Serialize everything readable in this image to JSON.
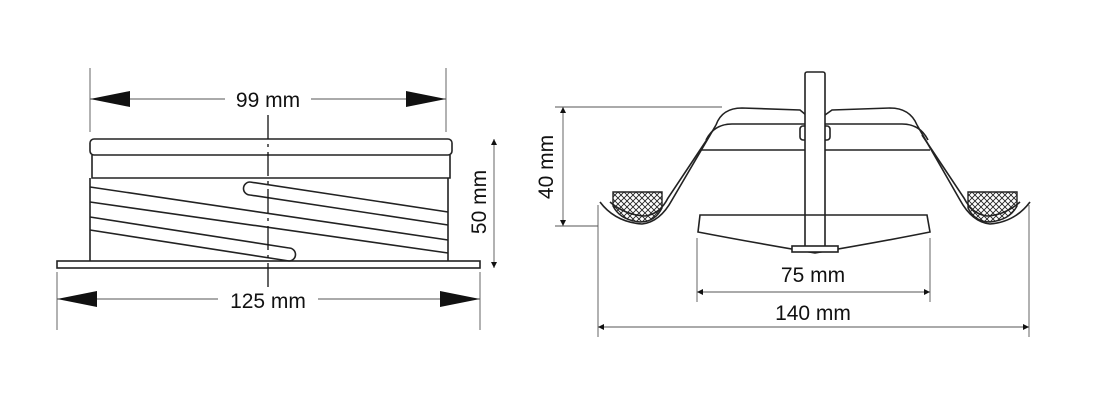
{
  "side_view": {
    "top_width_label": "99 mm",
    "flange_width_label": "125 mm",
    "height_label": "50 mm"
  },
  "section_view": {
    "height_label": "40 mm",
    "disc_width_label": "75 mm",
    "outer_width_label": "140 mm"
  }
}
